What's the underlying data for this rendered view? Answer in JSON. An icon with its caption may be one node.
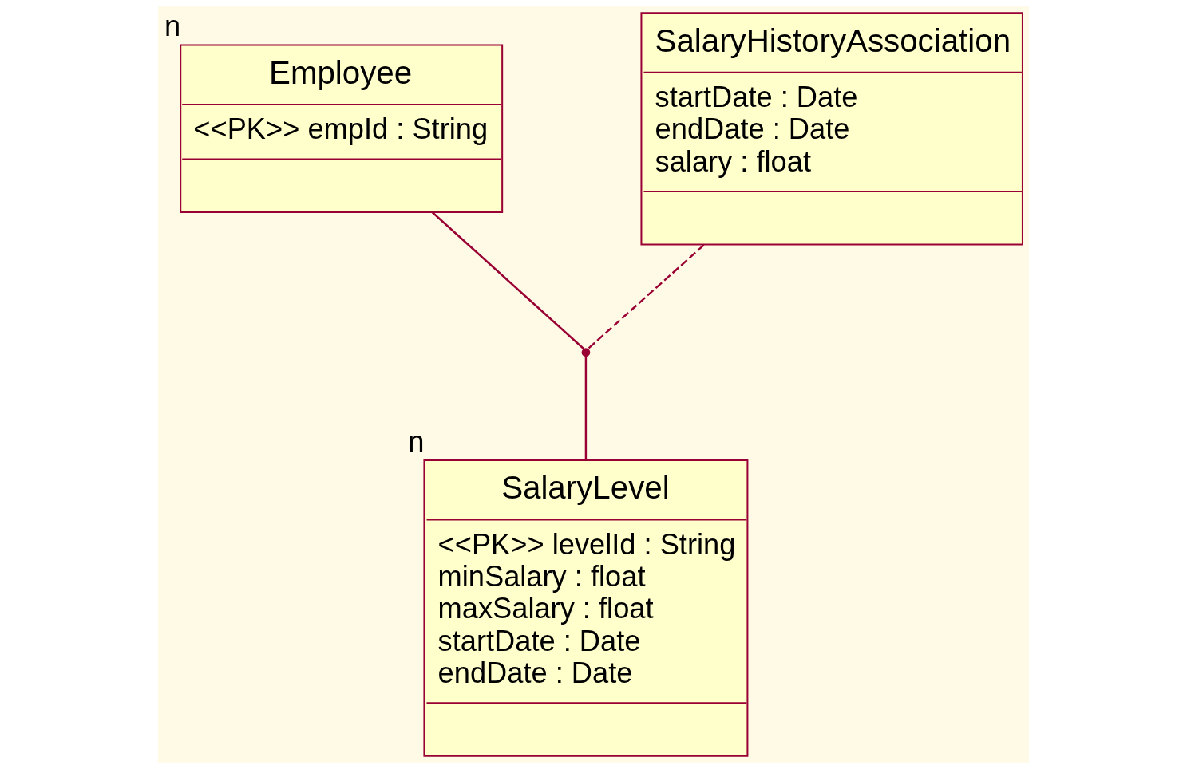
{
  "diagram": {
    "nodes": [
      {
        "text": [
          "Employee",
          "<<PK>> empId : String"
        ],
        "beside": [
          "n"
        ]
      },
      {
        "text": [
          "SalaryHistoryAssociation",
          "startDate : Date",
          "endDate : Date",
          "salary : float"
        ]
      },
      {
        "text": [],
        "shape": "point"
      },
      {
        "text": [
          "SalaryLevel",
          "<<PK>> levelId : String",
          "minSalary : float",
          "maxSalary : float",
          "startDate : Date",
          "endDate : Date"
        ],
        "beside": [
          "n"
        ]
      }
    ],
    "edges": [
      {
        "from": 0,
        "to": 2,
        "arrow": "none"
      },
      {
        "from": 2,
        "to": 3,
        "arrow": "none"
      },
      {
        "from": 1,
        "to": 2,
        "arrow": "none",
        "style": "dashed"
      }
    ]
  }
}
